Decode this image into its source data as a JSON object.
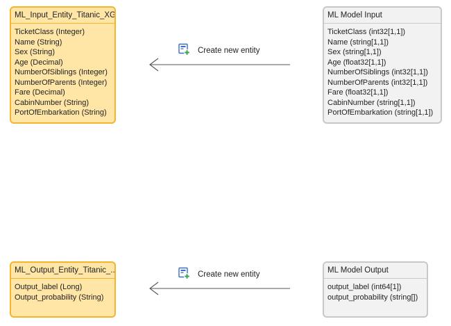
{
  "input_entity": {
    "title": "ML_Input_Entity_Titanic_XG...",
    "attributes": [
      "TicketClass (Integer)",
      "Name (String)",
      "Sex (String)",
      "Age (Decimal)",
      "NumberOfSiblings (Integer)",
      "NumberOfParents (Integer)",
      "Fare (Decimal)",
      "CabinNumber (String)",
      "PortOfEmbarkation (String)"
    ]
  },
  "model_input": {
    "title": "ML Model Input",
    "attributes": [
      "TicketClass (int32[1,1])",
      "Name (string[1,1])",
      "Sex (string[1,1])",
      "Age (float32[1,1])",
      "NumberOfSiblings (int32[1,1])",
      "NumberOfParents (int32[1,1])",
      "Fare (float32[1,1])",
      "CabinNumber (string[1,1])",
      "PortOfEmbarkation (string[1,1])"
    ]
  },
  "input_link": {
    "label": "Create new entity",
    "icon": "add-entity-icon"
  },
  "output_entity": {
    "title": "ML_Output_Entity_Titanic_...",
    "attributes": [
      "Output_label (Long)",
      "Output_probability (String)"
    ]
  },
  "model_output": {
    "title": "ML Model Output",
    "attributes": [
      "output_label (int64[1])",
      "output_probability (string[])"
    ]
  },
  "output_link": {
    "label": "Create new entity",
    "icon": "add-entity-icon"
  },
  "colors": {
    "entity_fill": "#ffe5a6",
    "entity_border": "#f2b52b",
    "model_fill": "#f2f2f2",
    "model_border": "#c8c8c8",
    "arrow": "#555555",
    "icon_blue": "#3b6ec2",
    "icon_green": "#2fa84f"
  }
}
